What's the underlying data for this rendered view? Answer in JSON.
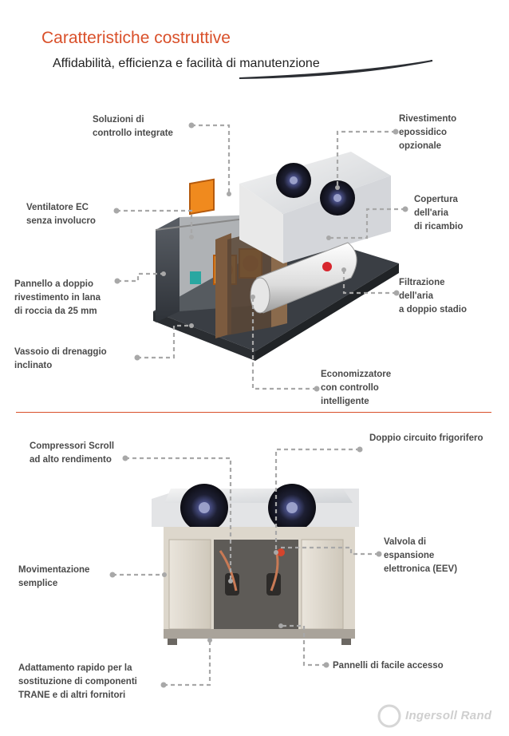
{
  "header": {
    "title": "Caratteristiche costruttive",
    "subtitle": "Affidabilità, efficienza e facilità di manutenzione"
  },
  "top_unit": {
    "labels": {
      "controllo": "Soluzioni di\ncontrollo integrate",
      "rivestimento": "Rivestimento\nepossidico\nopzionale",
      "ventilatore": "Ventilatore EC\nsenza involucro",
      "copertura": "Copertura\ndell'aria\ndi ricambio",
      "pannello": "Pannello a doppio\nrivestimento in lana\ndi roccia da 25 mm",
      "filtrazione": "Filtrazione\ndell'aria\na doppio stadio",
      "vassoio": "Vassoio di drenaggio\ninclinato",
      "economizzatore": "Economizzatore\ncon controllo\nintelligente"
    }
  },
  "bottom_unit": {
    "labels": {
      "compressori": "Compressori Scroll\nad alto rendimento",
      "doppio_circuito": "Doppio circuito frigorifero",
      "valvola": "Valvola di\nespansione\nelettronica (EEV)",
      "movimentazione": "Movimentazione\nsemplice",
      "adattamento": "Adattamento rapido per la\nsostituzione di componenti\nTRANE e di altri fornitori",
      "pannelli": "Pannelli di facile accesso"
    }
  },
  "logo": {
    "text": "Ingersoll Rand"
  },
  "colors": {
    "accent": "#d9502a",
    "leader": "#a8a8a8",
    "label": "#4a4a4a"
  }
}
